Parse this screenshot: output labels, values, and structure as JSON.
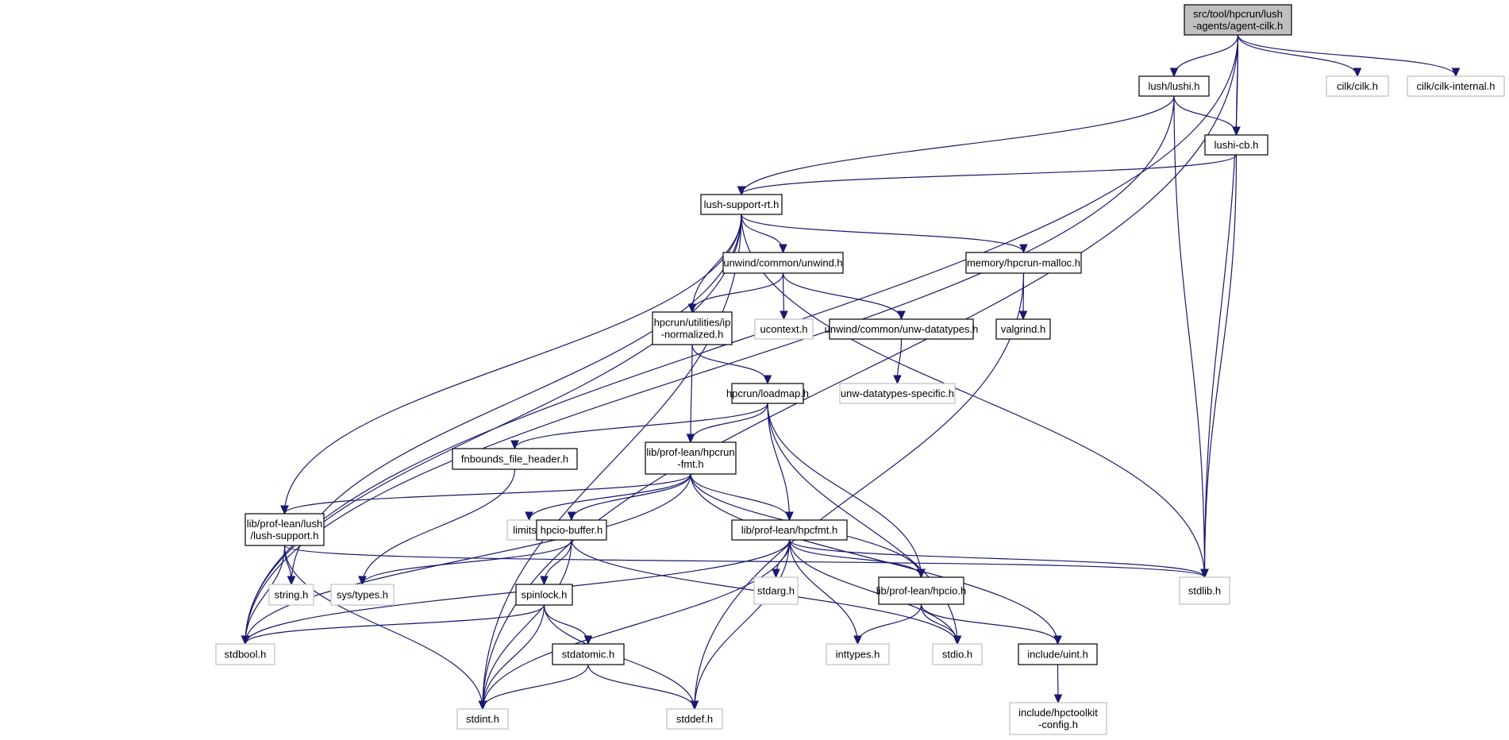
{
  "title": "src/tool/hpcrun/lush-agents/agent-cilk.h",
  "colors": {
    "edge": "#191970",
    "root_fill": "#bfbfbf",
    "internal_border": "#000000",
    "external_border": "#bfbfbf"
  },
  "nodes": [
    {
      "id": "root",
      "kind": "root",
      "lines": [
        "src/tool/hpcrun/lush",
        "-agents/agent-cilk.h"
      ]
    },
    {
      "id": "lushi",
      "kind": "internal",
      "lines": [
        "lush/lushi.h"
      ]
    },
    {
      "id": "cilk",
      "kind": "external",
      "lines": [
        "cilk/cilk.h"
      ]
    },
    {
      "id": "cilkint",
      "kind": "external",
      "lines": [
        "cilk/cilk-internal.h"
      ]
    },
    {
      "id": "lushicb",
      "kind": "internal",
      "lines": [
        "lushi-cb.h"
      ]
    },
    {
      "id": "lsrt",
      "kind": "internal",
      "lines": [
        "lush-support-rt.h"
      ]
    },
    {
      "id": "unwind",
      "kind": "internal",
      "lines": [
        "unwind/common/unwind.h"
      ]
    },
    {
      "id": "malloc",
      "kind": "internal",
      "lines": [
        "memory/hpcrun-malloc.h"
      ]
    },
    {
      "id": "ipnorm",
      "kind": "internal",
      "lines": [
        "hpcrun/utilities/ip",
        "-normalized.h"
      ]
    },
    {
      "id": "ucontext",
      "kind": "external",
      "lines": [
        "ucontext.h"
      ]
    },
    {
      "id": "unwdt",
      "kind": "internal",
      "lines": [
        "unwind/common/unw-datatypes.h"
      ]
    },
    {
      "id": "valgrind",
      "kind": "internal",
      "lines": [
        "valgrind.h"
      ]
    },
    {
      "id": "unwdts",
      "kind": "external",
      "lines": [
        "unw-datatypes-specific.h"
      ]
    },
    {
      "id": "loadmap",
      "kind": "internal",
      "lines": [
        "hpcrun/loadmap.h"
      ]
    },
    {
      "id": "fnb",
      "kind": "internal",
      "lines": [
        "fnbounds_file_header.h"
      ]
    },
    {
      "id": "hpcrunfmt",
      "kind": "internal",
      "lines": [
        "lib/prof-lean/hpcrun",
        "-fmt.h"
      ]
    },
    {
      "id": "lushsup",
      "kind": "internal",
      "lines": [
        "lib/prof-lean/lush",
        "/lush-support.h"
      ]
    },
    {
      "id": "limits",
      "kind": "external",
      "lines": [
        "limits.h"
      ]
    },
    {
      "id": "hpciobuf",
      "kind": "internal",
      "lines": [
        "hpcio-buffer.h"
      ]
    },
    {
      "id": "hpcfmt",
      "kind": "internal",
      "lines": [
        "lib/prof-lean/hpcfmt.h"
      ]
    },
    {
      "id": "string",
      "kind": "external",
      "lines": [
        "string.h"
      ]
    },
    {
      "id": "systypes",
      "kind": "external",
      "lines": [
        "sys/types.h"
      ]
    },
    {
      "id": "spinlock",
      "kind": "internal",
      "lines": [
        "spinlock.h"
      ]
    },
    {
      "id": "stdarg",
      "kind": "external",
      "lines": [
        "stdarg.h"
      ]
    },
    {
      "id": "hpcio",
      "kind": "internal",
      "lines": [
        "lib/prof-lean/hpcio.h"
      ]
    },
    {
      "id": "stdlib",
      "kind": "external",
      "lines": [
        "stdlib.h"
      ]
    },
    {
      "id": "stdbool",
      "kind": "external",
      "lines": [
        "stdbool.h"
      ]
    },
    {
      "id": "stdatomic",
      "kind": "internal",
      "lines": [
        "stdatomic.h"
      ]
    },
    {
      "id": "inttypes",
      "kind": "external",
      "lines": [
        "inttypes.h"
      ]
    },
    {
      "id": "stdio",
      "kind": "external",
      "lines": [
        "stdio.h"
      ]
    },
    {
      "id": "uint",
      "kind": "internal",
      "lines": [
        "include/uint.h"
      ]
    },
    {
      "id": "stdint",
      "kind": "external",
      "lines": [
        "stdint.h"
      ]
    },
    {
      "id": "stddef",
      "kind": "external",
      "lines": [
        "stddef.h"
      ]
    },
    {
      "id": "hpcconf",
      "kind": "external",
      "lines": [
        "include/hpctoolkit",
        "-config.h"
      ]
    }
  ],
  "edges": [
    [
      "root",
      "lushi"
    ],
    [
      "root",
      "lushicb"
    ],
    [
      "root",
      "stdlib"
    ],
    [
      "root",
      "cilk"
    ],
    [
      "root",
      "cilkint"
    ],
    [
      "root",
      "stdbool"
    ],
    [
      "root",
      "stdint"
    ],
    [
      "lushi",
      "lushicb"
    ],
    [
      "lushi",
      "lsrt"
    ],
    [
      "lushi",
      "stdlib"
    ],
    [
      "lushi",
      "stdbool"
    ],
    [
      "lushicb",
      "lsrt"
    ],
    [
      "lushicb",
      "stdlib"
    ],
    [
      "lsrt",
      "unwind"
    ],
    [
      "lsrt",
      "malloc"
    ],
    [
      "lsrt",
      "ipnorm"
    ],
    [
      "lsrt",
      "stdlib"
    ],
    [
      "lsrt",
      "lushsup"
    ],
    [
      "lsrt",
      "string"
    ],
    [
      "lsrt",
      "stdbool"
    ],
    [
      "lsrt",
      "stdint"
    ],
    [
      "unwind",
      "ipnorm"
    ],
    [
      "unwind",
      "ucontext"
    ],
    [
      "unwind",
      "unwdt"
    ],
    [
      "malloc",
      "valgrind"
    ],
    [
      "malloc",
      "stddef"
    ],
    [
      "unwdt",
      "unwdts"
    ],
    [
      "ipnorm",
      "loadmap"
    ],
    [
      "ipnorm",
      "hpcrunfmt"
    ],
    [
      "loadmap",
      "fnb"
    ],
    [
      "loadmap",
      "hpcrunfmt"
    ],
    [
      "loadmap",
      "hpcfmt"
    ],
    [
      "loadmap",
      "hpcio"
    ],
    [
      "loadmap",
      "stdio"
    ],
    [
      "fnb",
      "systypes"
    ],
    [
      "hpcrunfmt",
      "lushsup"
    ],
    [
      "hpcrunfmt",
      "limits"
    ],
    [
      "hpcrunfmt",
      "hpciobuf"
    ],
    [
      "hpcrunfmt",
      "hpcfmt"
    ],
    [
      "hpcrunfmt",
      "hpcio"
    ],
    [
      "hpcrunfmt",
      "uint"
    ],
    [
      "hpcrunfmt",
      "stdbool"
    ],
    [
      "lushsup",
      "string"
    ],
    [
      "lushsup",
      "stdbool"
    ],
    [
      "lushsup",
      "stdint"
    ],
    [
      "lushsup",
      "stdlib"
    ],
    [
      "hpciobuf",
      "systypes"
    ],
    [
      "hpciobuf",
      "spinlock"
    ],
    [
      "hpciobuf",
      "stdint"
    ],
    [
      "hpciobuf",
      "stdio"
    ],
    [
      "hpcfmt",
      "stdarg"
    ],
    [
      "hpcfmt",
      "hpcio"
    ],
    [
      "hpcfmt",
      "stdlib"
    ],
    [
      "hpcfmt",
      "inttypes"
    ],
    [
      "hpcfmt",
      "stdio"
    ],
    [
      "hpcfmt",
      "stdint"
    ],
    [
      "hpcfmt",
      "stddef"
    ],
    [
      "hpcfmt",
      "stdbool"
    ],
    [
      "spinlock",
      "stdatomic"
    ],
    [
      "spinlock",
      "stdint"
    ],
    [
      "spinlock",
      "stddef"
    ],
    [
      "spinlock",
      "stdbool"
    ],
    [
      "hpcio",
      "inttypes"
    ],
    [
      "hpcio",
      "stdio"
    ],
    [
      "hpcio",
      "uint"
    ],
    [
      "stdatomic",
      "stdint"
    ],
    [
      "stdatomic",
      "stddef"
    ],
    [
      "uint",
      "hpcconf"
    ]
  ]
}
